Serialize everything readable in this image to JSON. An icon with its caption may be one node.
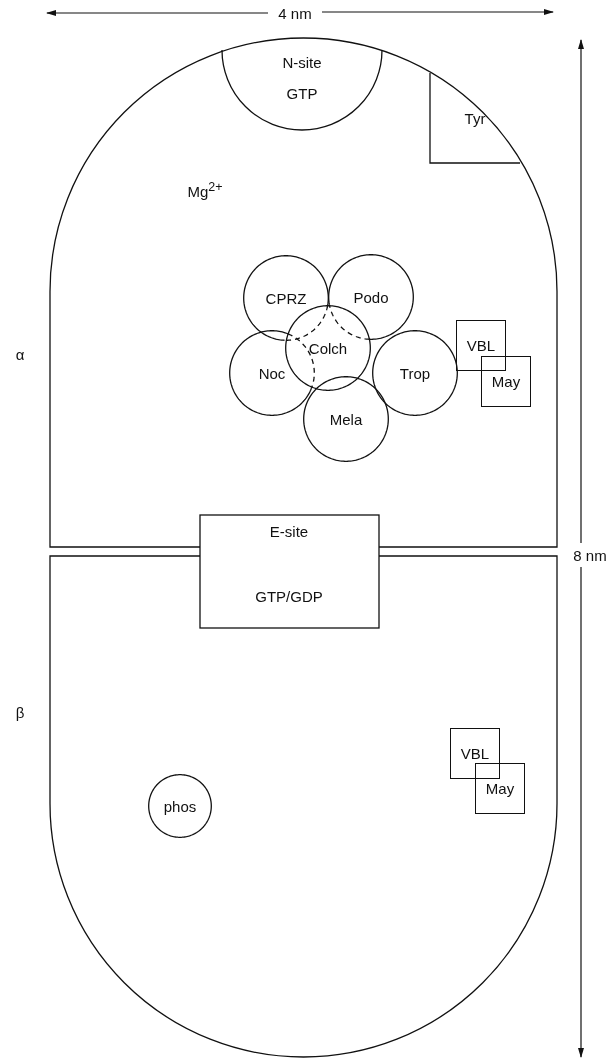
{
  "diagram": {
    "nodes": [
      {
        "text": [
          "α"
        ]
      },
      {
        "text": [
          "N-site",
          "GTP"
        ],
        "in": 0
      },
      {
        "text": [
          "Tyr"
        ],
        "in": 0
      },
      {
        "text": [
          "CPRZ"
        ],
        "in": 0
      },
      {
        "text": [
          "Podo"
        ],
        "in": 0
      },
      {
        "text": [
          "Colch"
        ],
        "in": 0
      },
      {
        "text": [
          "Noc"
        ],
        "in": 0
      },
      {
        "text": [
          "Trop"
        ],
        "in": 0
      },
      {
        "text": [
          "Mela"
        ],
        "in": 0
      },
      {
        "text": [
          "VBL"
        ],
        "in": 0
      },
      {
        "text": [
          "May"
        ],
        "in": 0
      },
      {
        "text": [
          "E-site",
          "GTP/GDP"
        ]
      },
      {
        "text": [
          "β"
        ]
      },
      {
        "text": [
          "phos"
        ],
        "in": 12
      },
      {
        "text": [
          "VBL"
        ],
        "in": 12
      },
      {
        "text": [
          "May"
        ],
        "in": 12
      }
    ],
    "labels": [
      "4 nm",
      "Mg$^{2+}$",
      "8 nm"
    ]
  }
}
